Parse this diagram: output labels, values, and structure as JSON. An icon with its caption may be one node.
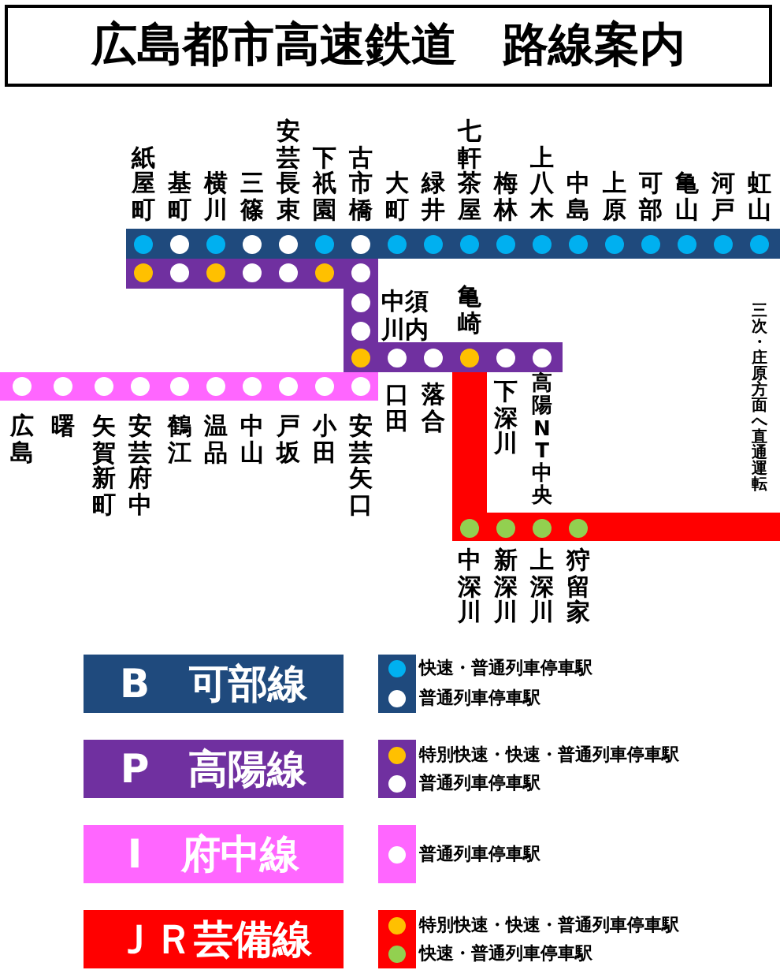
{
  "diagram": {
    "title": "広島都市高速鉄道　路線案内",
    "nodes": [
      {
        "text": [
          "B　可部線"
        ]
      },
      {
        "text": [
          "P　高陽線"
        ]
      },
      {
        "text": [
          "I　府中線"
        ]
      },
      {
        "text": [
          "ＪＲ芸備線"
        ]
      }
    ],
    "labels": [
      "紙屋町",
      "基町",
      "横川",
      "三篠",
      "安芸長束",
      "下祇園",
      "古市橋",
      "大町",
      "緑井",
      "七軒茶屋",
      "梅林",
      "上八木",
      "中島",
      "上原",
      "可部",
      "亀山",
      "河戸",
      "虹山",
      "中須",
      "川内",
      "亀崎",
      "広島",
      "曙",
      "矢賀新町",
      "安芸府中",
      "鶴江",
      "温品",
      "中山",
      "戸坂",
      "小田",
      "安芸矢口",
      "口田",
      "落合",
      "下深川",
      "高陽NT中央",
      "中深川",
      "新深川",
      "上深川",
      "狩留家",
      "三次・庄原方面へ直通運転"
    ],
    "legend": [
      {
        "text": "快速・普通列車停車駅",
        "color": "#00b0f0"
      },
      {
        "text": "普通列車停車駅",
        "color": "#ffffff"
      },
      {
        "text": "特別快速・快速・普通列車停車駅",
        "color": "#ffc000"
      },
      {
        "text": "普通列車停車駅",
        "color": "#ffffff"
      },
      {
        "text": "普通列車停車駅",
        "color": "#ffffff"
      },
      {
        "text": "特別快速・快速・普通列車停車駅",
        "color": "#ffc000"
      },
      {
        "text": "快速・普通列車停車駅",
        "color": "#92d050"
      }
    ]
  }
}
